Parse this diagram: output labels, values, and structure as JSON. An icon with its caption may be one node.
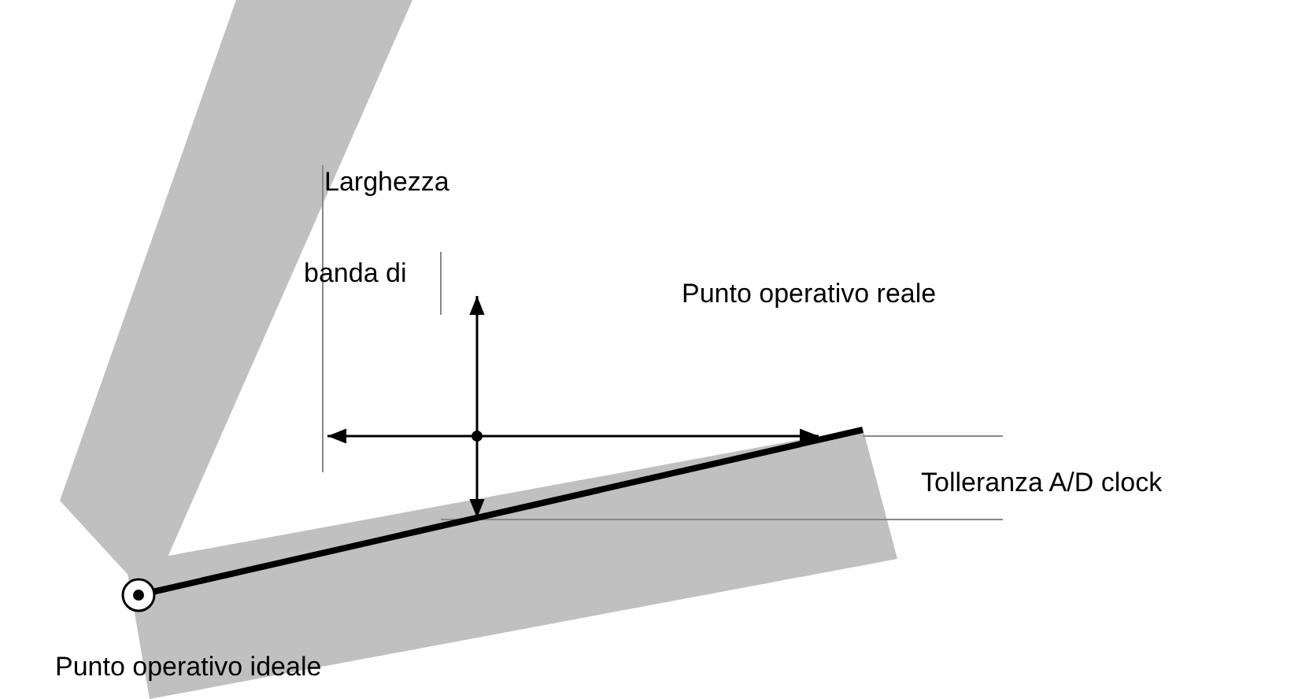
{
  "diagram": {
    "labels": [
      "Larghezza",
      "banda di",
      "Punto operativo reale",
      "Tolleranza A/D clock",
      "Punto operativo ideale"
    ]
  }
}
